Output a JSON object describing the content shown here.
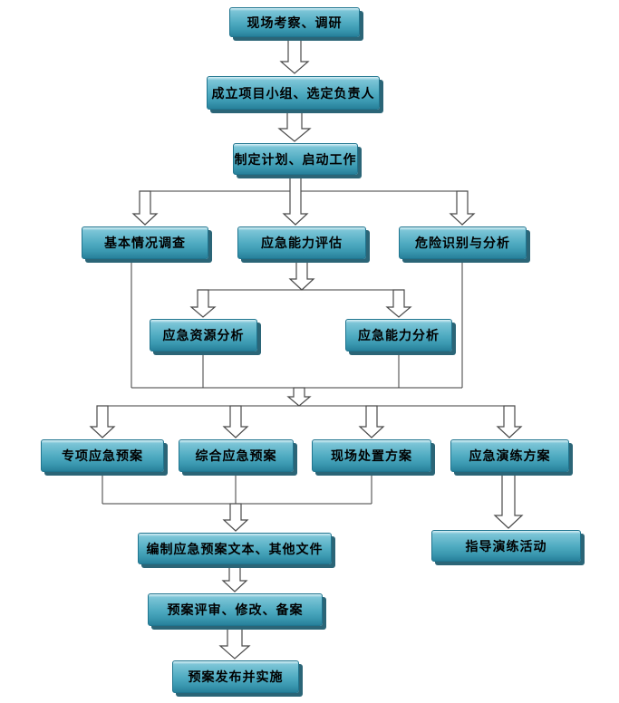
{
  "diagram": {
    "type": "flowchart",
    "nodes": [
      {
        "id": "site-survey",
        "label": "现场考察、调研"
      },
      {
        "id": "form-team",
        "label": "成立项目小组、选定负责人"
      },
      {
        "id": "make-plan",
        "label": "制定计划、启动工作"
      },
      {
        "id": "basic-survey",
        "label": "基本情况调查"
      },
      {
        "id": "capability-assess",
        "label": "应急能力评估"
      },
      {
        "id": "hazard-analysis",
        "label": "危险识别与分析"
      },
      {
        "id": "resource-analysis",
        "label": "应急资源分析"
      },
      {
        "id": "capability-analysis",
        "label": "应急能力分析"
      },
      {
        "id": "special-plan",
        "label": "专项应急预案"
      },
      {
        "id": "comprehensive-plan",
        "label": "综合应急预案"
      },
      {
        "id": "onsite-disposal-plan",
        "label": "现场处置方案"
      },
      {
        "id": "drill-plan",
        "label": "应急演练方案"
      },
      {
        "id": "compile-documents",
        "label": "编制应急预案文本、其他文件"
      },
      {
        "id": "guide-drill",
        "label": "指导演练活动"
      },
      {
        "id": "review-revise-file",
        "label": "预案评审、修改、备案"
      },
      {
        "id": "publish-implement",
        "label": "预案发布并实施"
      }
    ],
    "edges": [
      "site-survey -> form-team",
      "form-team -> make-plan",
      "make-plan -> basic-survey",
      "make-plan -> capability-assess",
      "make-plan -> hazard-analysis",
      "capability-assess -> resource-analysis",
      "capability-assess -> capability-analysis",
      "basic-survey + resource-analysis + capability-analysis + hazard-analysis -> special-plan",
      "basic-survey + resource-analysis + capability-analysis + hazard-analysis -> comprehensive-plan",
      "basic-survey + resource-analysis + capability-analysis + hazard-analysis -> onsite-disposal-plan",
      "basic-survey + resource-analysis + capability-analysis + hazard-analysis -> drill-plan",
      "special-plan + comprehensive-plan + onsite-disposal-plan -> compile-documents",
      "drill-plan -> guide-drill",
      "compile-documents -> review-revise-file",
      "review-revise-file -> publish-implement"
    ]
  },
  "colors": {
    "background": "#ffffff",
    "box-highlight": "#d9f0f6",
    "box-top": "#7cc5d7",
    "box-mid": "#4fabc1",
    "box-low": "#3a98b0",
    "box-bottom": "#27809a",
    "box-border": "#20758f",
    "box-shadow": "#2b6577",
    "connector": "#3d3d3d",
    "arrow-fill": "#ffffff",
    "text": "#000000"
  }
}
